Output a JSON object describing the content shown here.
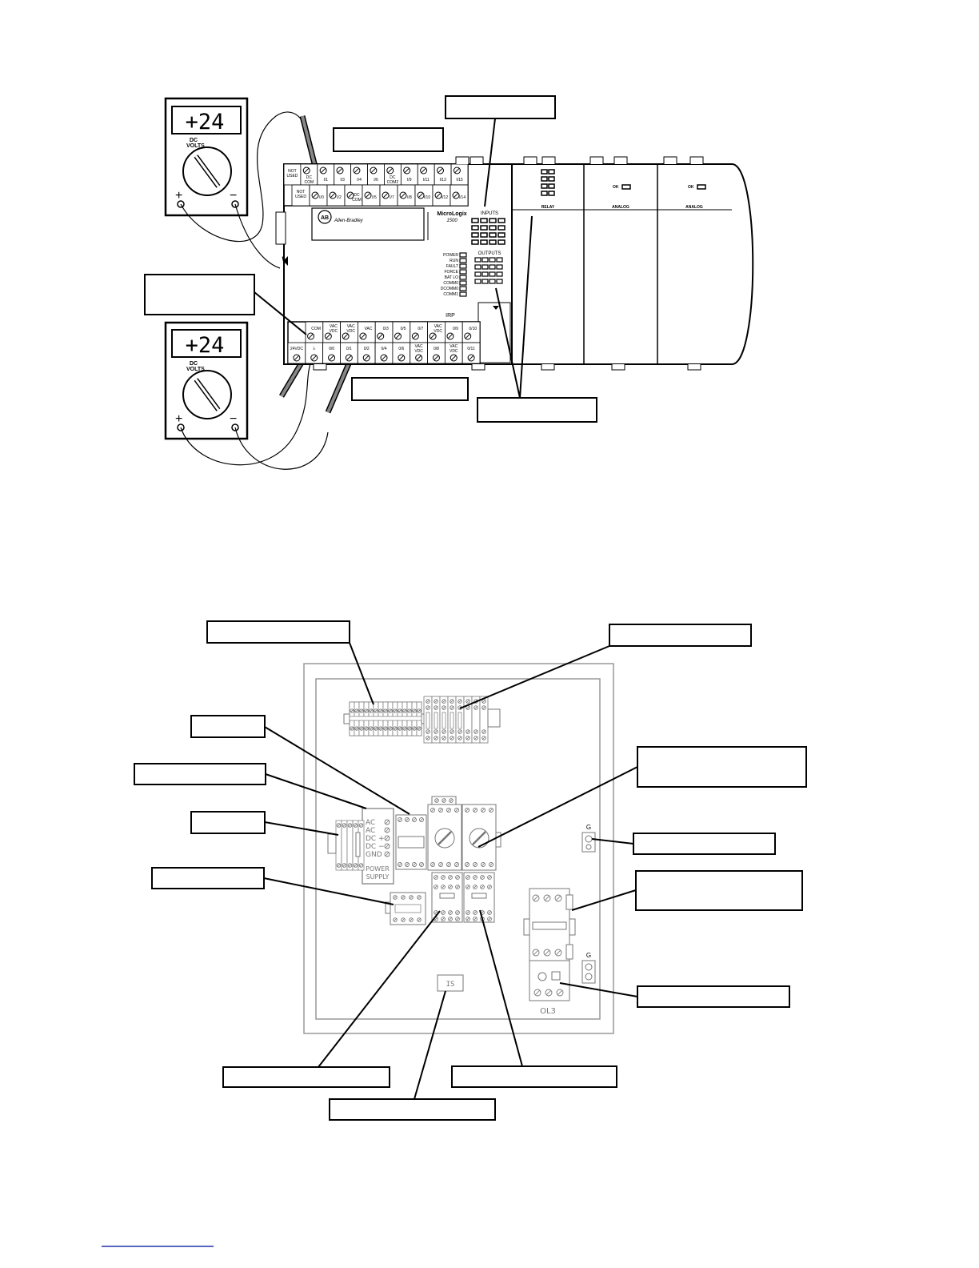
{
  "meters": [
    {
      "reading": "+24",
      "mode": "DC\nVOLTS",
      "plus": "+",
      "minus": "−"
    },
    {
      "reading": "+24",
      "mode": "DC\nVOLTS",
      "plus": "+",
      "minus": "−"
    }
  ],
  "plc": {
    "brand": "Allen-Bradley",
    "logo": "AB",
    "model": "MicroLogix",
    "model_num": "1500",
    "inputs_label": "INPUTS",
    "outputs_label": "OUTPUTS",
    "status": [
      "POWER",
      "RUN",
      "FAULT",
      "FORCE",
      "BAT LO",
      "COMM0",
      "DCOMM0",
      "COMM1"
    ],
    "irp": "IRP",
    "top_row1": [
      "NOT\nUSED",
      "DC\nCOM",
      "I/1",
      "I/3",
      "I/4",
      "I/6",
      "DC\nCOM2",
      "I/9",
      "I/11",
      "I/13",
      "I/15"
    ],
    "top_row2": [
      "NOT\nUSED",
      "I/0",
      "I/2",
      "DC\nCOM",
      "I/5",
      "I/7",
      "I/8",
      "I/10",
      "I/12",
      "I/14"
    ],
    "bot_row1": [
      "COM",
      "VAC\nVDC",
      "VAC\nVDC",
      "VAC",
      "0/3",
      "0/5",
      "0/7",
      "VAC\nVDC",
      "0/9",
      "0/10"
    ],
    "bot_row2": [
      "24VDC",
      "⏚",
      "0/0",
      "0/1",
      "0/2",
      "0/4",
      "0/6",
      "VAC\nVDC",
      "0/8",
      "VAC\nVDC",
      "0/11"
    ],
    "modules": [
      {
        "title": "RELAY",
        "ok": ""
      },
      {
        "title": "ANALOG",
        "ok": "OK"
      },
      {
        "title": "ANALOG",
        "ok": "OK"
      }
    ]
  },
  "panel": {
    "power_supply_rows": [
      "AC",
      "AC",
      "DC +",
      "DC −",
      "GND"
    ],
    "power_supply_title": "POWER\nSUPPLY",
    "ground_label_1": "G",
    "ground_label_2": "G",
    "is_label": "IS",
    "ol_label": "OL3"
  },
  "colors": {
    "line": "#000000",
    "paper": "#ffffff",
    "gray": "#bbbbbb"
  }
}
